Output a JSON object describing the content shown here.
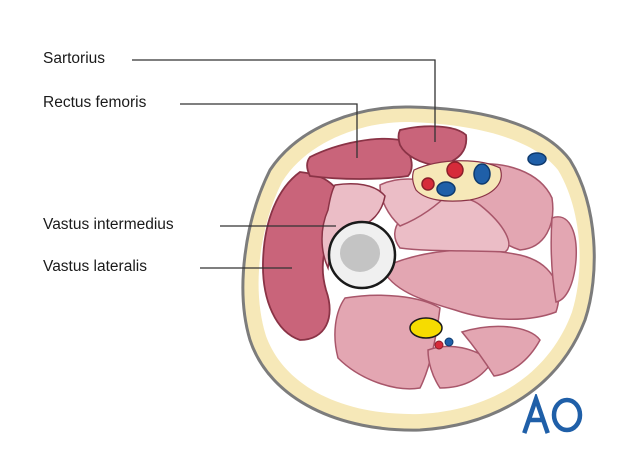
{
  "labels": {
    "sartorius": "Sartorius",
    "rectus_femoris": "Rectus femoris",
    "vastus_intermedius": "Vastus intermedius",
    "vastus_lateralis": "Vastus lateralis"
  },
  "logo": {
    "text": "AO",
    "color": "#1f5fa8"
  },
  "colors": {
    "skin_outline": "#7c7c7c",
    "fat": "#f6e8b8",
    "muscle_highlight": "#c9647a",
    "muscle_other": "#e3a6b2",
    "muscle_light": "#ebbdc6",
    "muscle_outline": "#8a3346",
    "artery": "#d62b3a",
    "vein": "#1f5fa8",
    "nerve": "#f6dc00",
    "bone_cortex": "#f0f0f0",
    "bone_marrow": "#c4c4c4",
    "leader_line": "#333333"
  }
}
